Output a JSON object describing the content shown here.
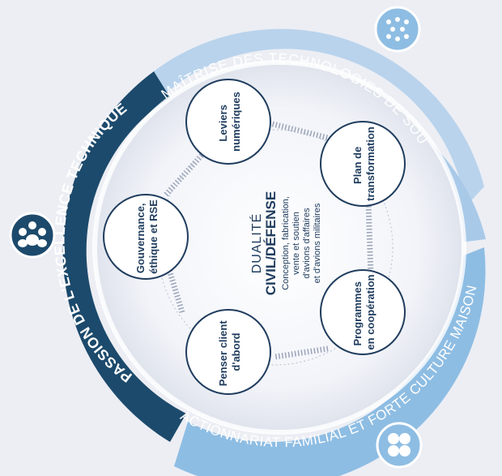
{
  "ring": {
    "top": "MAÎTRISE DES TECHNOLOGIES DE SOUVERAINETÉ",
    "left": "PASSION DE L'EXCELLENCE TECHNIQUE",
    "bottom": "ACTIONNARIAT FAMILIAL ET FORTE CULTURE MAISON"
  },
  "center": {
    "line1": "DUALITÉ",
    "line2": "CIVIL/DÉFENSE",
    "desc": [
      "Conception, fabrication,",
      "vente et soutien",
      "d'avions d'affaires",
      "et d'avions militaires"
    ]
  },
  "pillars": [
    {
      "lines": [
        "Leviers",
        "numériques"
      ]
    },
    {
      "lines": [
        "Plan de",
        "transformation"
      ]
    },
    {
      "lines": [
        "Programmes",
        "en coopération"
      ]
    },
    {
      "lines": [
        "Penser client",
        "d'abord"
      ]
    },
    {
      "lines": [
        "Gouvernance,",
        "éthique et RSE"
      ]
    }
  ],
  "icons": {
    "top": "network-dots-icon",
    "left": "people-group-icon",
    "bottom": "clover-icon"
  },
  "colors": {
    "dark_blue": "#1c4a6c",
    "light_blue": "#a9c9e8",
    "ring_text_light": "#ffffff",
    "circle_text": "#203d5e",
    "background": "#eceef4"
  }
}
